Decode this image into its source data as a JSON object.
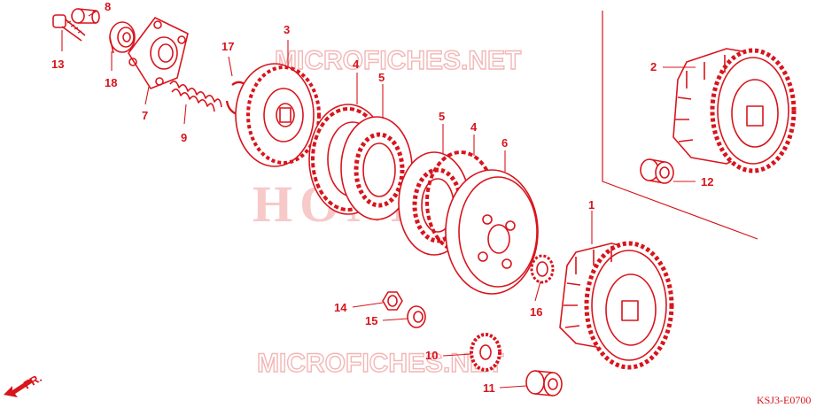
{
  "colors": {
    "line": "#d8141c",
    "watermark": "#f3b6b6",
    "background": "#ffffff"
  },
  "watermarks": {
    "top": "MICROFICHES.NET",
    "center": "HONDA",
    "bottom": "MICROFICHES.NET"
  },
  "callouts": {
    "c1": "1",
    "c2": "2",
    "c3": "3",
    "c4a": "4",
    "c4b": "4",
    "c5a": "5",
    "c5b": "5",
    "c6": "6",
    "c7": "7",
    "c8": "8",
    "c9": "9",
    "c10": "10",
    "c11": "11",
    "c12": "12",
    "c13": "13",
    "c14": "14",
    "c15": "15",
    "c16": "16",
    "c17": "17",
    "c18": "18"
  },
  "direction_label": "FR.",
  "diagram_code": "KSJ3-E0700"
}
